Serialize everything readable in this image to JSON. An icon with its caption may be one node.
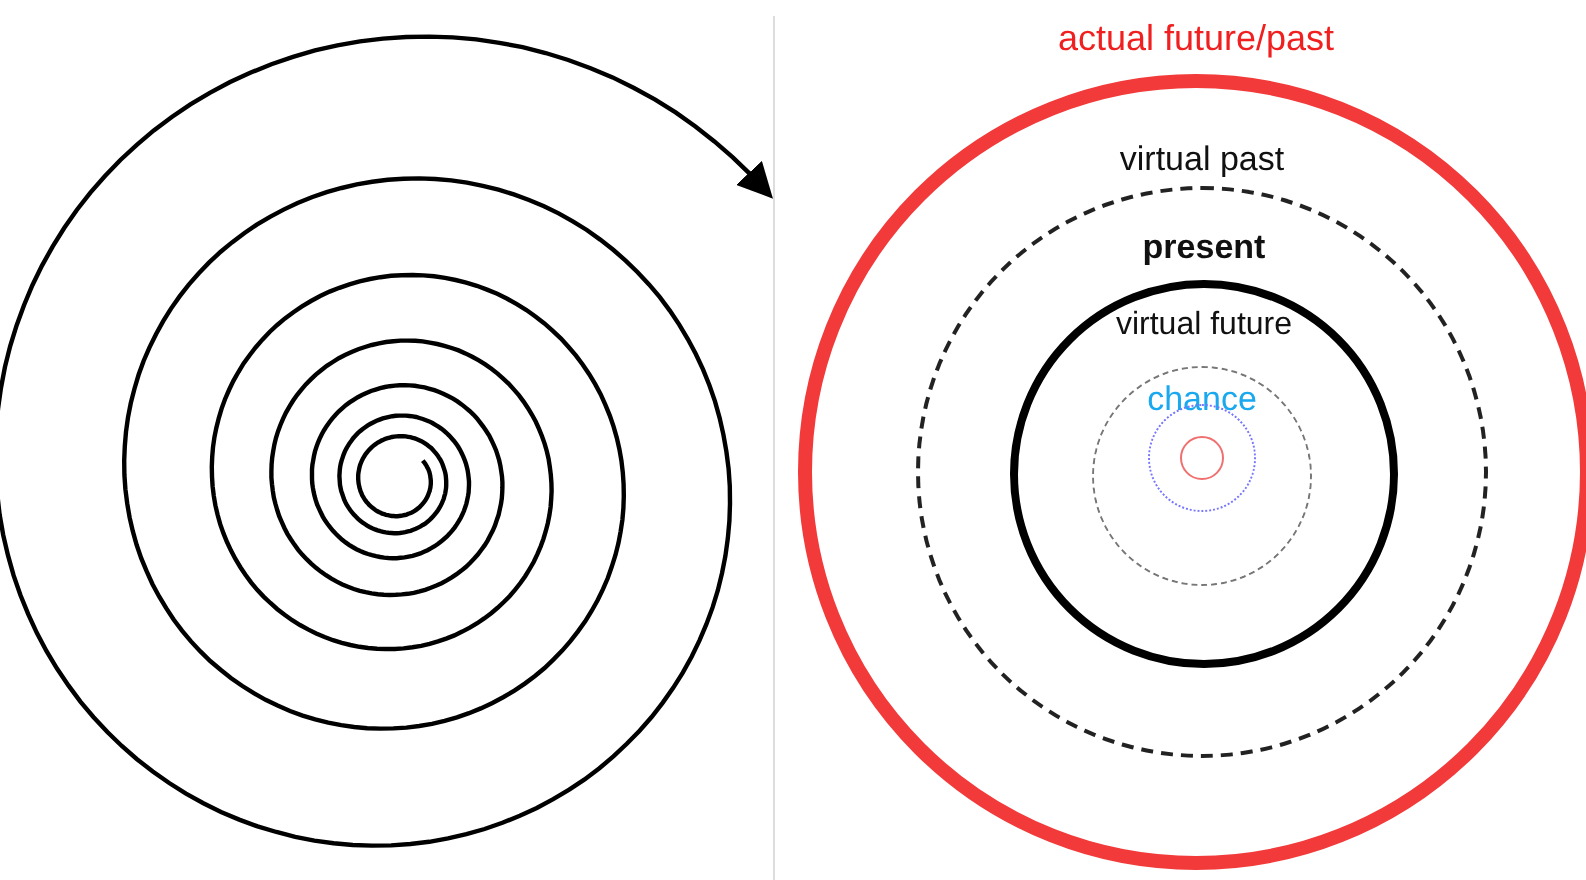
{
  "diagram": {
    "nodes": [
      {
        "text": [
          "actual future/past"
        ]
      },
      {
        "text": [
          "virtual past"
        ],
        "in": 0
      },
      {
        "text": [
          "present",
          "virtual future"
        ],
        "in": 1
      },
      {
        "text": [
          "chance"
        ],
        "in": 2
      },
      {
        "text": [],
        "shape": "circle",
        "in": 3
      },
      {
        "text": [],
        "shape": "circle",
        "in": 4
      }
    ]
  }
}
